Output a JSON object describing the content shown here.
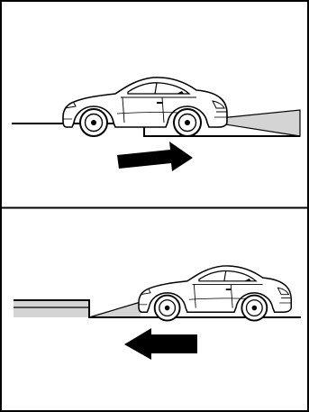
{
  "figure": {
    "panels": [
      {
        "id": "top",
        "scene": "car-driving-forward-down-step",
        "motion_direction": "right",
        "car_facing": "right",
        "headlight_beam": "right"
      },
      {
        "id": "bottom",
        "scene": "car-reversing-off-step",
        "motion_direction": "left",
        "car_facing": "right",
        "shaded_approach": "left"
      }
    ],
    "colors": {
      "line": "#000000",
      "background": "#ffffff",
      "shade": "#d4d4d4",
      "arrow": "#000000"
    }
  }
}
